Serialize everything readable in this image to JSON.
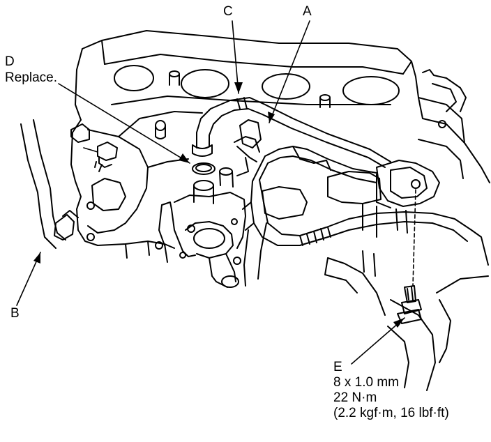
{
  "labels": {
    "c": "C",
    "a": "A",
    "d": "D",
    "d_note": "Replace.",
    "b": "B"
  },
  "callout_e": {
    "letter": "E",
    "size": "8 x 1.0 mm",
    "torque_nm": "22 N·m",
    "torque_alt": "(2.2 kgf·m, 16 lbf·ft)"
  },
  "colors": {
    "ink": "#000000",
    "paper": "#ffffff"
  }
}
